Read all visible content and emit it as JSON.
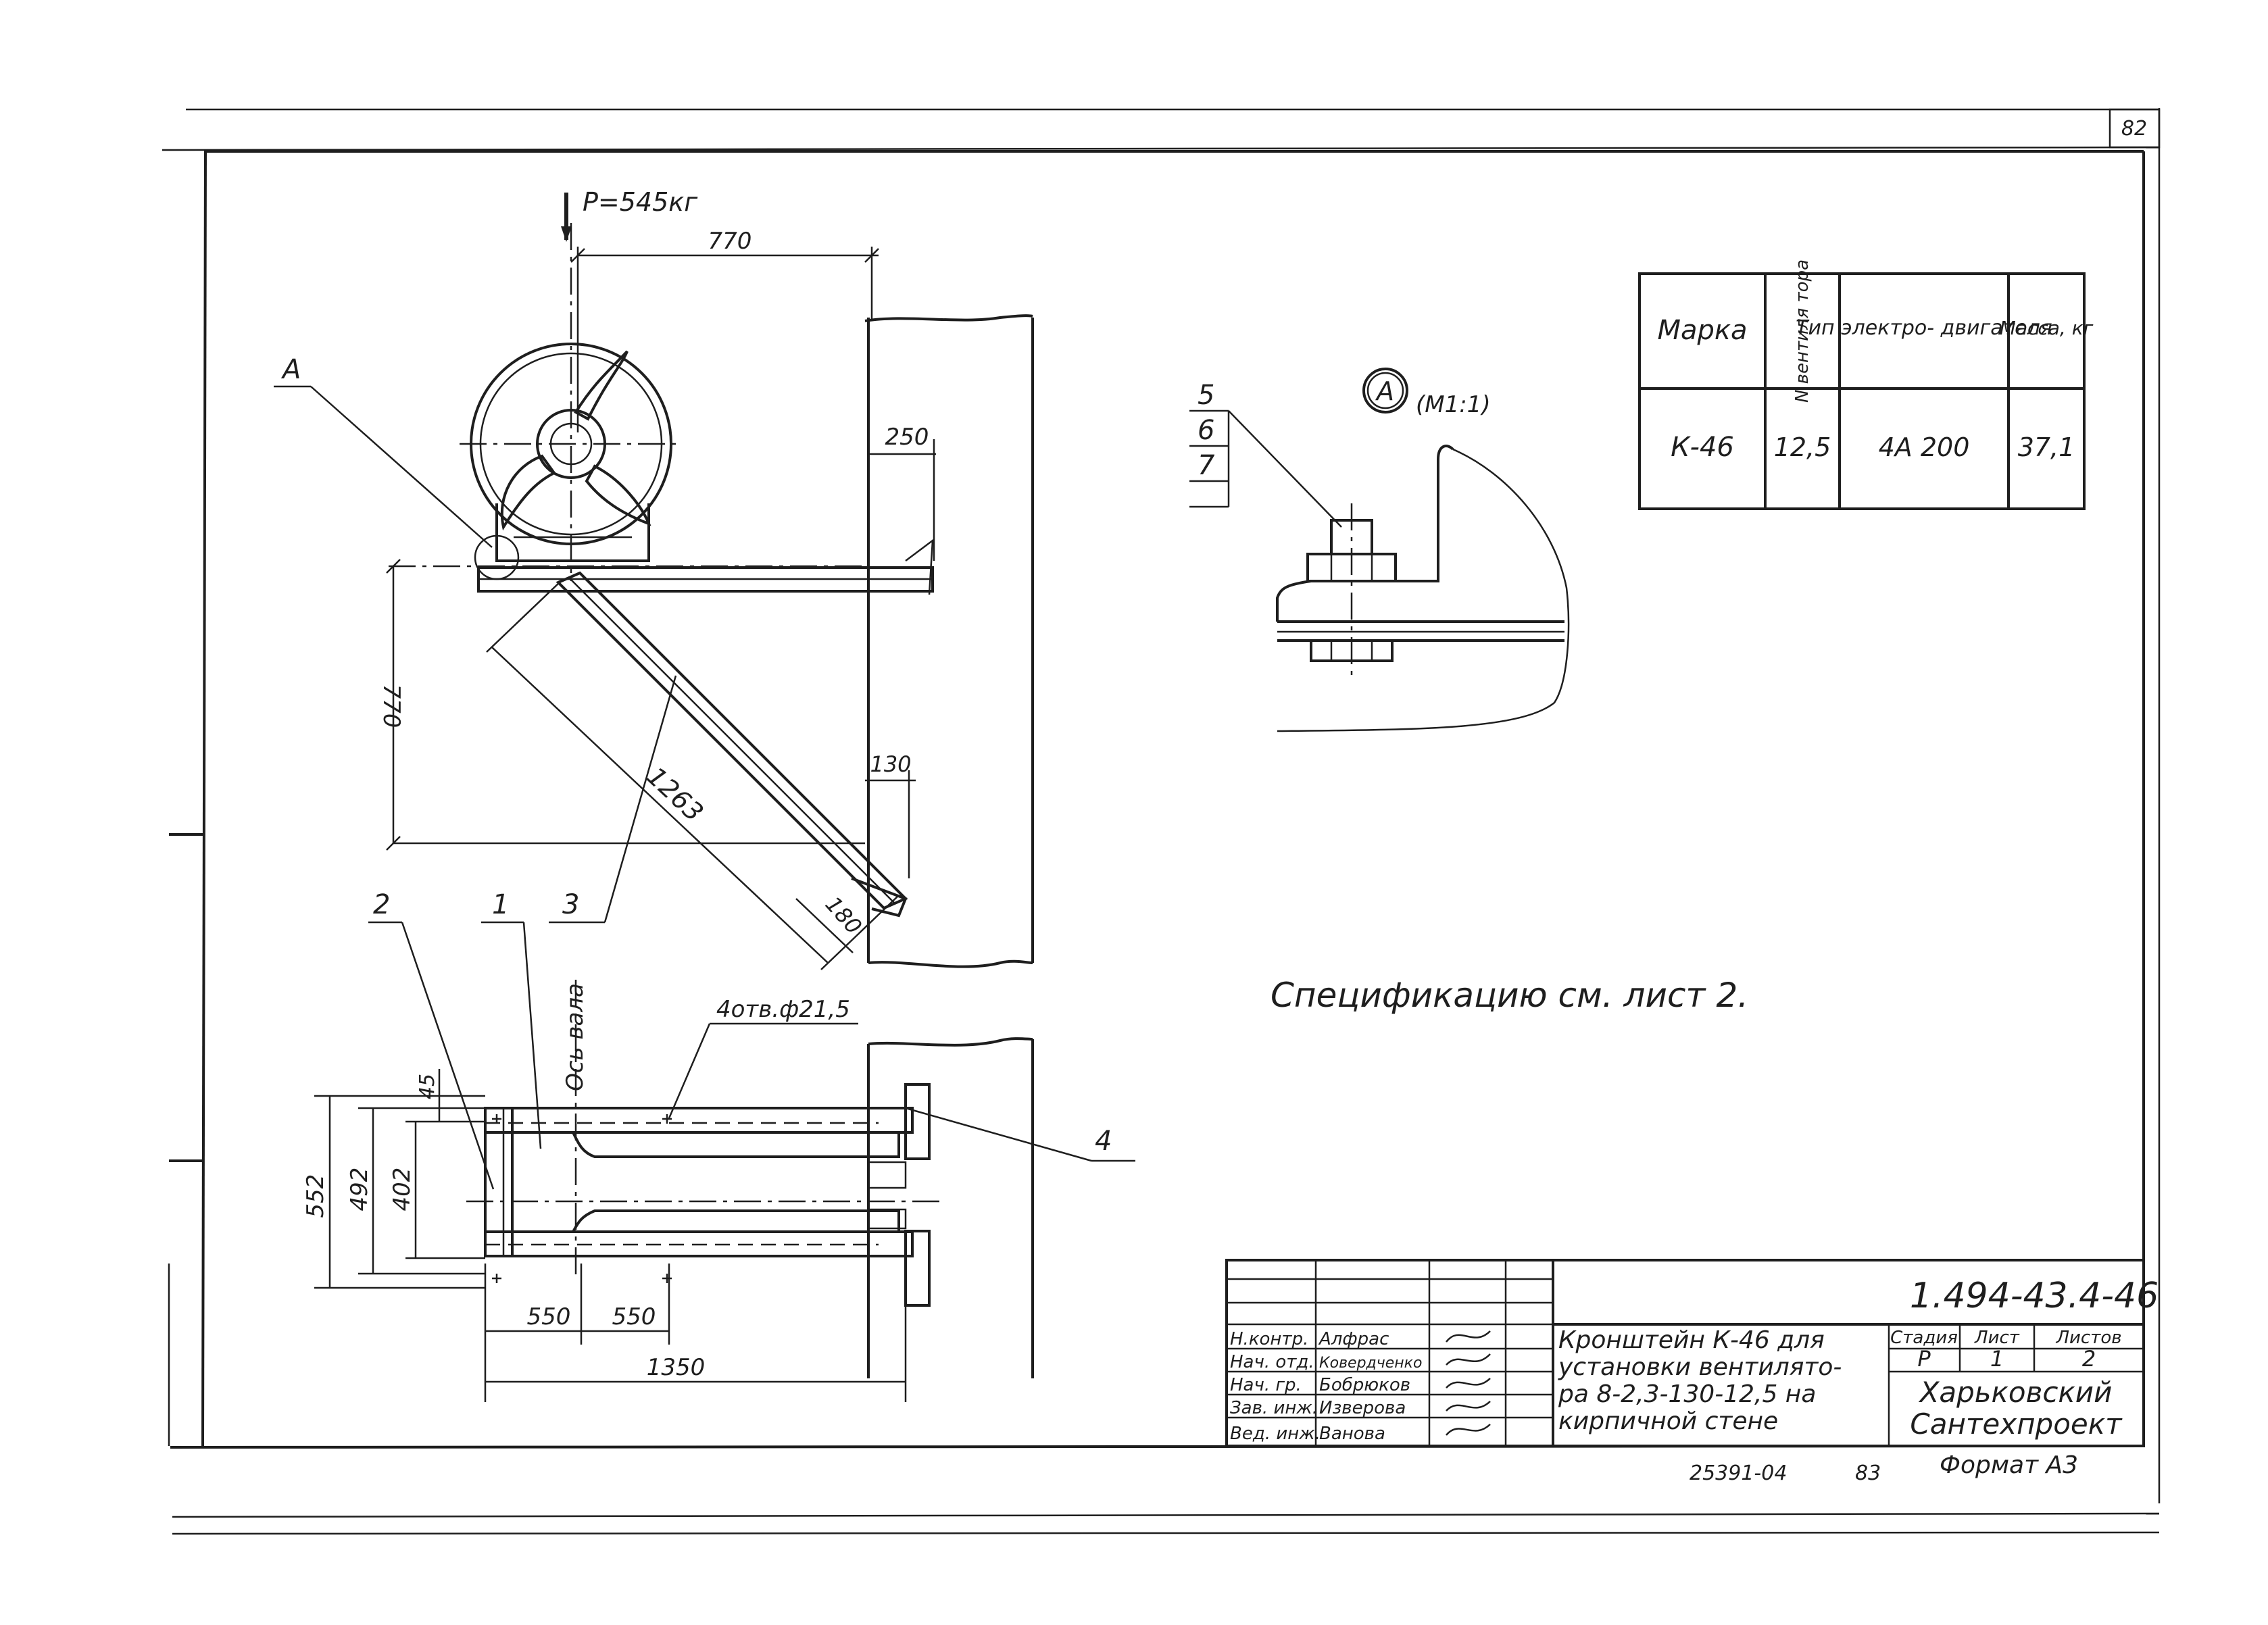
{
  "sheet_number": "82",
  "load_label": "P=545кг",
  "dims": {
    "top_770": "770",
    "wall_250": "250",
    "vert_770": "770",
    "diag_1263": "1263",
    "d_130": "130",
    "d_180": "180",
    "d_45": "45",
    "d_552": "552",
    "d_492": "492",
    "d_402": "402",
    "d_550a": "550",
    "d_550b": "550",
    "d_1350": "1350"
  },
  "labels": {
    "A": "А",
    "p1": "1",
    "p2": "2",
    "p3": "3",
    "p4": "4",
    "shaft_axis": "Ось вала",
    "holes": "4отв.ф21,5"
  },
  "detail": {
    "marker": "А",
    "scale": "(М1:1)",
    "positions": [
      "5",
      "6",
      "7"
    ]
  },
  "spec_table": {
    "headers": [
      "Марка",
      "N вентиля тора",
      "Тип электро- двигателя",
      "Масса, кг"
    ],
    "row": [
      "К-46",
      "12,5",
      "4А 200",
      "37,1"
    ]
  },
  "note": "Спецификацию см. лист 2.",
  "title_block": {
    "doc_code": "1.494-43.4-46",
    "title_lines": [
      "Кронштейн К-46 для",
      "установки вентилято-",
      "ра 8-2,3-130-12,5 на",
      "кирпичной стене"
    ],
    "stage_headers": [
      "Стадия",
      "Лист",
      "Листов"
    ],
    "stage_values": [
      "Р",
      "1",
      "2"
    ],
    "org": [
      "Харьковский",
      "Сантехпроект"
    ],
    "roles": [
      {
        "role": "Н.контр.",
        "name": "Алфрас"
      },
      {
        "role": "Нач. отд.",
        "name": "Ковердченко"
      },
      {
        "role": "Нач. гр.",
        "name": "Бобрюков"
      },
      {
        "role": "Зав. инж.",
        "name": "Изверова"
      },
      {
        "role": "Вед. инж.",
        "name": "Ванова"
      }
    ]
  },
  "footer": {
    "inventory": "25391-04",
    "page": "83",
    "format": "Формат А3"
  }
}
